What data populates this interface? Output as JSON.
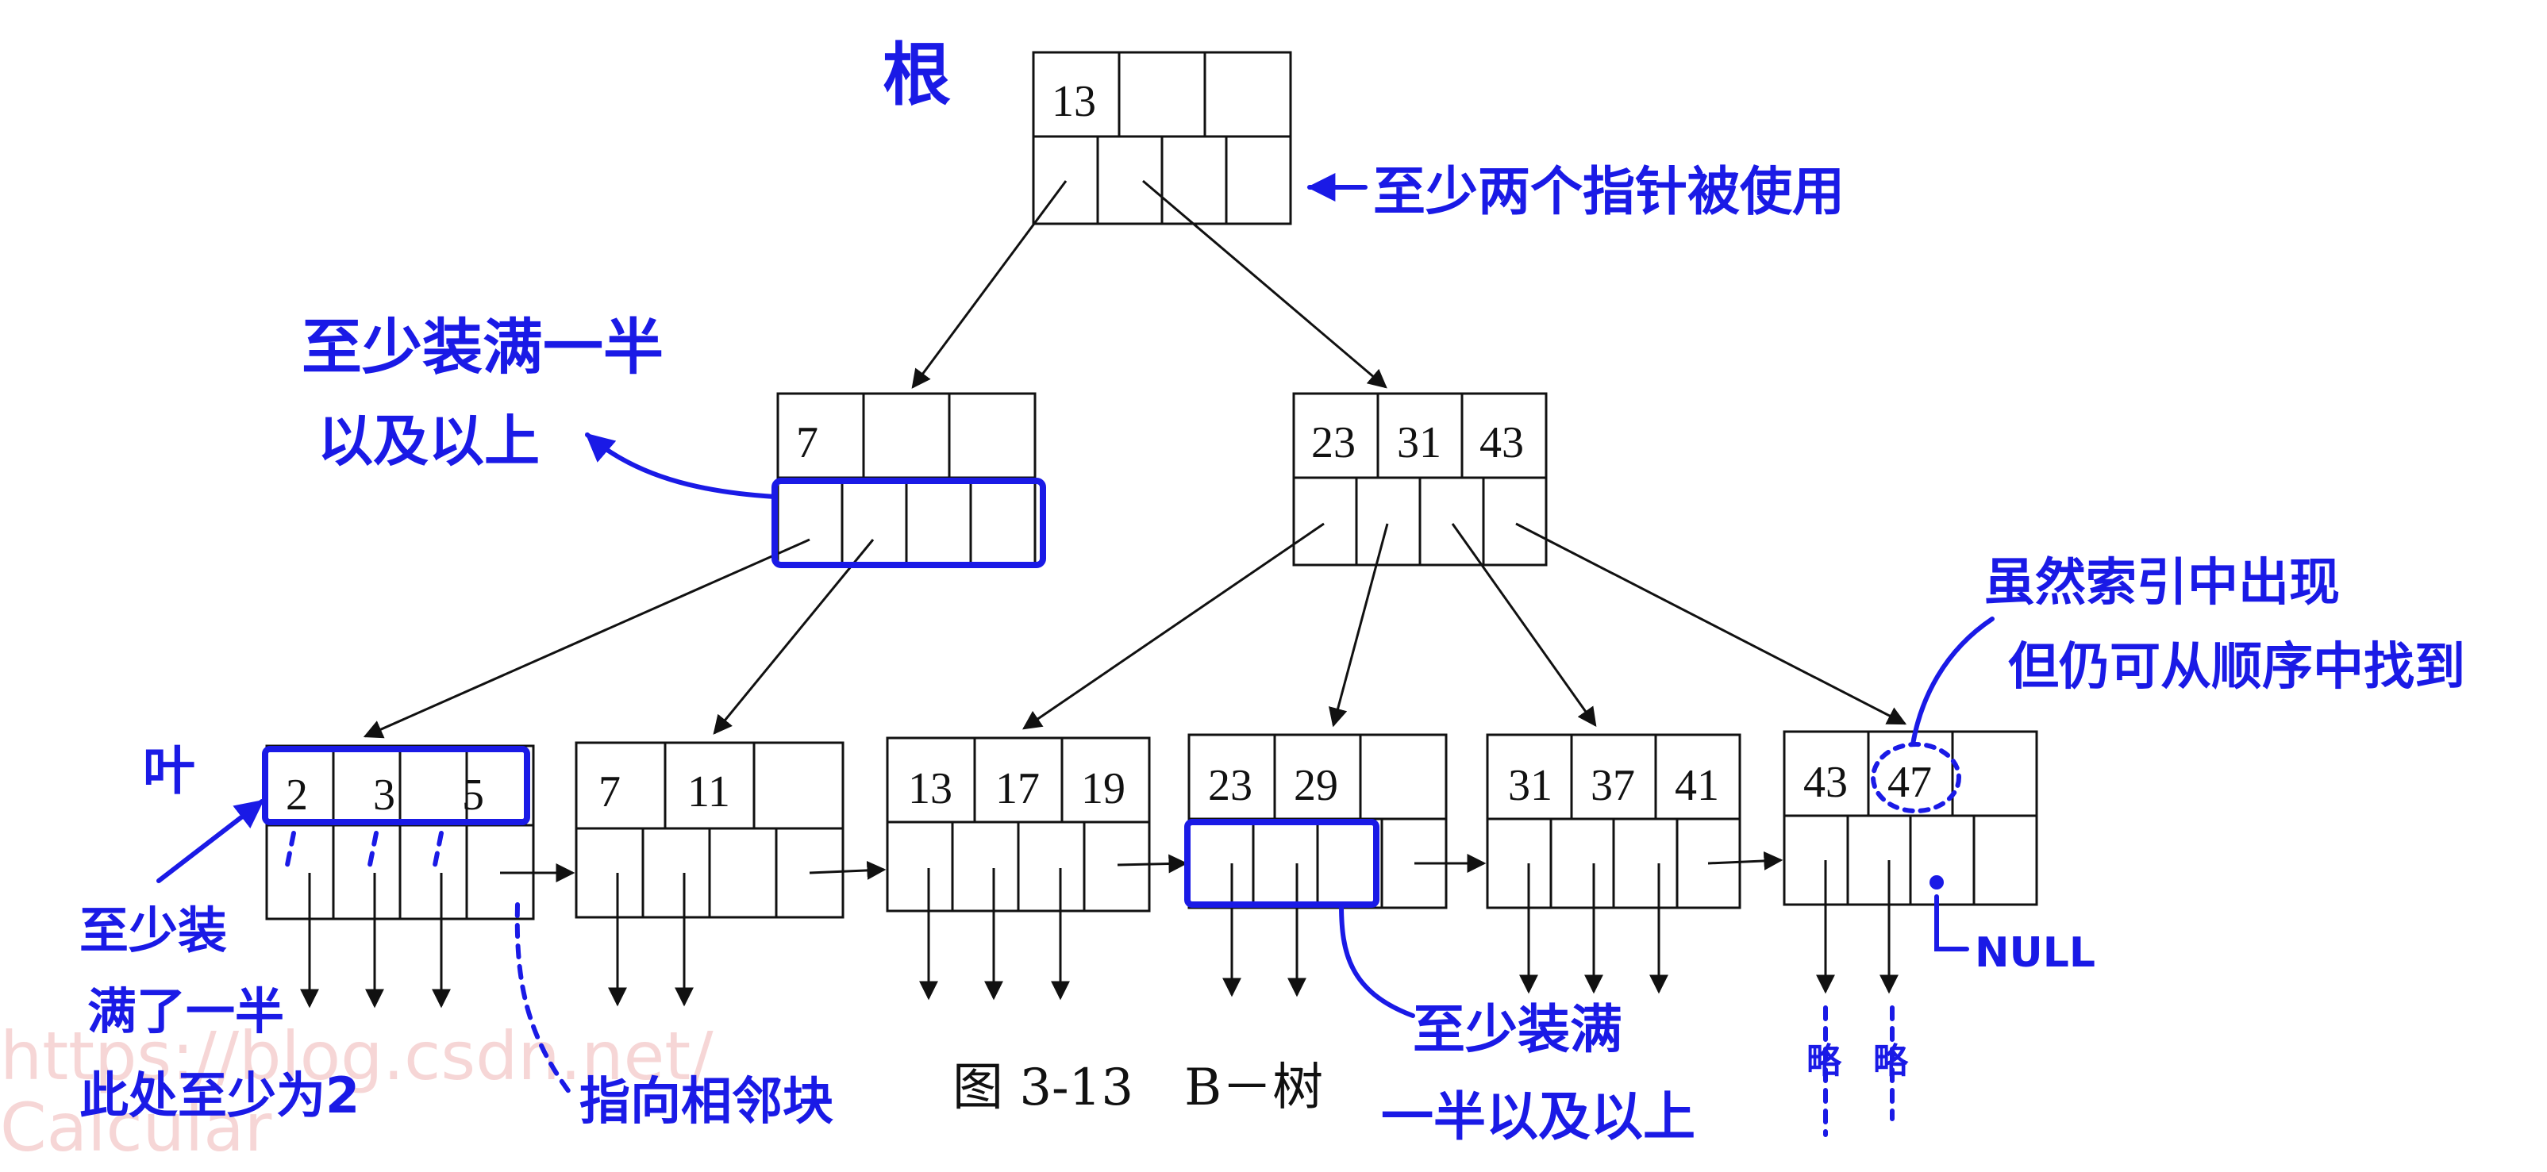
{
  "figure": {
    "caption": "图 3-13　B－树",
    "watermark_line1": "https://blog.csdn.net/",
    "watermark_line2": "Calcular"
  },
  "tree": {
    "root": {
      "keys": [
        "13",
        "",
        ""
      ]
    },
    "level2": [
      {
        "keys": [
          "7",
          "",
          ""
        ]
      },
      {
        "keys": [
          "23",
          "31",
          "43"
        ]
      }
    ],
    "leaves": [
      {
        "keys": [
          "2",
          "3",
          "5"
        ]
      },
      {
        "keys": [
          "7",
          "11",
          ""
        ]
      },
      {
        "keys": [
          "13",
          "17",
          "19"
        ]
      },
      {
        "keys": [
          "23",
          "29",
          ""
        ]
      },
      {
        "keys": [
          "31",
          "37",
          "41"
        ]
      },
      {
        "keys": [
          "43",
          "47",
          ""
        ]
      }
    ]
  },
  "annotations": {
    "root_label": "根",
    "root_note": "至少两个指针被使用",
    "internal_note_line1": "至少装满一半",
    "internal_note_line2": "以及以上",
    "leaf_label": "叶",
    "leaf_note_line1": "至少装",
    "leaf_note_line2": "满了一半",
    "leaf_note_line3": "此处至少为2",
    "neighbor_note": "指向相邻块",
    "middle_note_line1": "至少装满",
    "middle_note_line2": "一半以及以上",
    "index_note_line1": "虽然索引中出现",
    "index_note_line2": "但仍可从顺序中找到",
    "null_label": "NULL",
    "dots_left": "略",
    "dots_right": "略"
  },
  "colors": {
    "ink": "#111111",
    "annotation_blue": "#1a1ae6",
    "watermark": "#f3c6c6"
  }
}
